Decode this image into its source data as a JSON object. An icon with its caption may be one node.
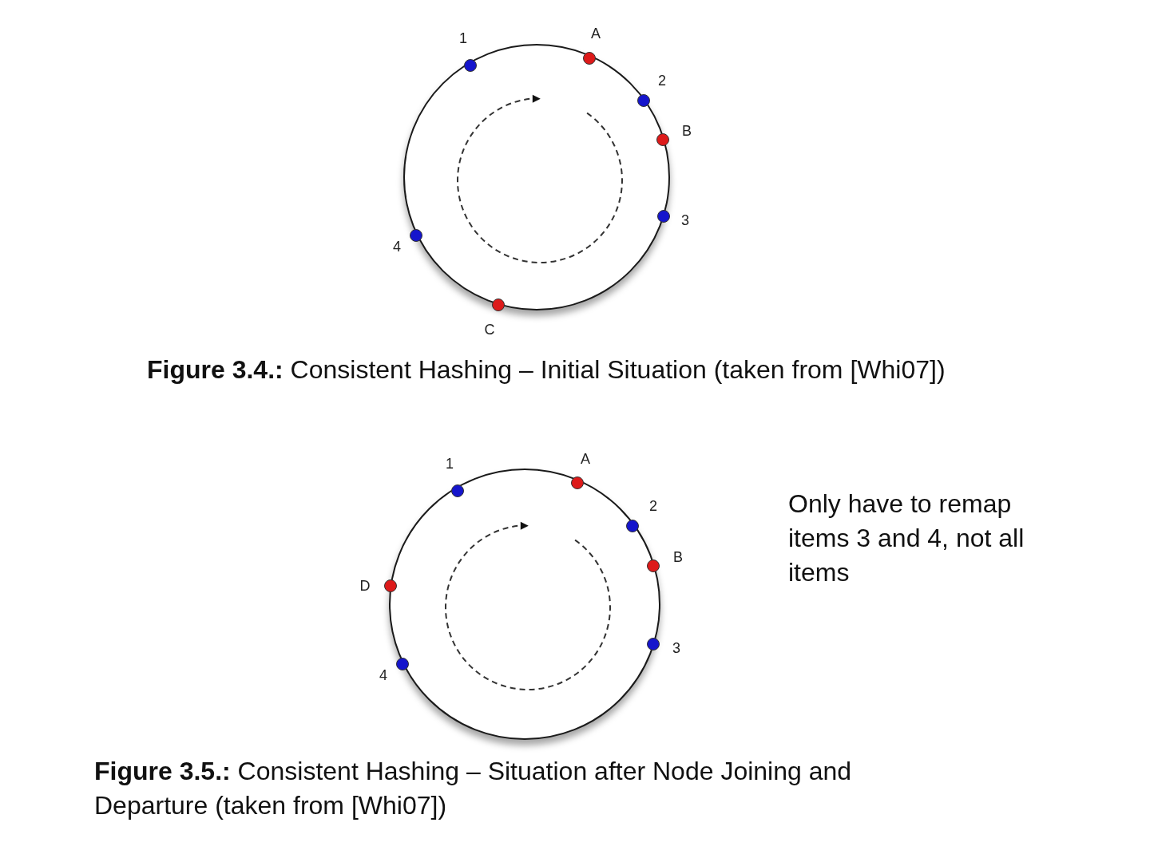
{
  "diagram": {
    "nodes": [
      {
        "text": [],
        "shape": "circle"
      },
      {
        "text": [
          "1"
        ],
        "in": 0
      },
      {
        "text": [
          "A"
        ],
        "in": 0
      },
      {
        "text": [
          "2"
        ],
        "in": 0
      },
      {
        "text": [
          "B"
        ],
        "in": 0
      },
      {
        "text": [
          "3"
        ],
        "in": 0
      },
      {
        "text": [
          "4"
        ],
        "in": 0
      },
      {
        "text": [
          "C"
        ],
        "in": 0
      },
      {
        "text": [],
        "shape": "circle"
      },
      {
        "text": [
          "1"
        ],
        "in": 8
      },
      {
        "text": [
          "A"
        ],
        "in": 8
      },
      {
        "text": [
          "2"
        ],
        "in": 8
      },
      {
        "text": [
          "B"
        ],
        "in": 8
      },
      {
        "text": [
          "D"
        ],
        "in": 8
      },
      {
        "text": [
          "3"
        ],
        "in": 8
      },
      {
        "text": [
          "4"
        ],
        "in": 8
      }
    ],
    "labels": [
      "**Figure 3.4.:** Consistent Hashing – Initial Situation (taken from [Whi07])",
      "Only have to remap items 3 and 4, not all items",
      "**Figure 3.5.:** Consistent Hashing – Situation after Node Joining and Departure (taken from [Whi07])"
    ]
  }
}
